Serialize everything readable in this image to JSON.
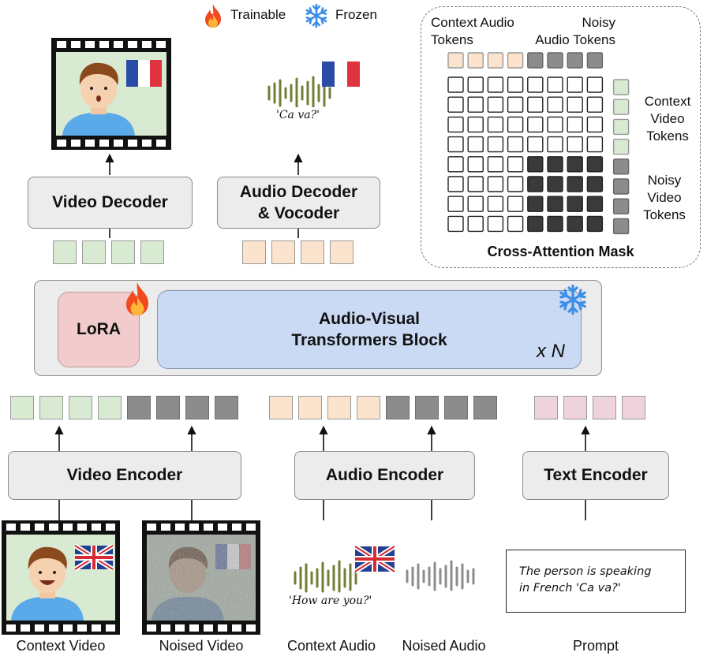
{
  "legend": {
    "trainable_label": "Trainable",
    "frozen_label": "Frozen",
    "trainable_icon": "flame-icon",
    "frozen_icon": "snowflake-icon"
  },
  "top": {
    "video_decoder": "Video Decoder",
    "audio_decoder_line1": "Audio Decoder",
    "audio_decoder_line2": "& Vocoder",
    "output_audio_quote": "'Ca va?'"
  },
  "middle": {
    "lora": "LoRA",
    "transformer_line1": "Audio-Visual",
    "transformer_line2": "Transformers Block",
    "repeat_label": "x N"
  },
  "encoders": {
    "video": "Video Encoder",
    "audio": "Audio Encoder",
    "text": "Text Encoder"
  },
  "inputs": {
    "context_video": "Context Video",
    "noised_video": "Noised Video",
    "context_audio": "Context Audio",
    "noised_audio": "Noised Audio",
    "prompt": "Prompt",
    "context_audio_quote": "'How are you?'",
    "prompt_text_line1": "The person is speaking",
    "prompt_text_line2": "in French 'Ca va?'"
  },
  "mask": {
    "title": "Cross-Attention Mask",
    "col_label_context_line1": "Context Audio",
    "col_label_context_line2": "Tokens",
    "col_label_noisy_line1": "Noisy",
    "col_label_noisy_line2": "Audio Tokens",
    "row_label_context_line1": "Context",
    "row_label_context_line2": "Video",
    "row_label_context_line3": "Tokens",
    "row_label_noisy_line1": "Noisy",
    "row_label_noisy_line2": "Video",
    "row_label_noisy_line3": "Tokens"
  },
  "colors": {
    "video_token": "#d8ead2",
    "audio_token": "#fbe3cd",
    "noisy_token": "#8c8c8c",
    "text_token": "#eed3dc",
    "lora_fill": "#f2cccc",
    "transformer_fill": "#cad9f4",
    "mask_active": "#3a3a3a"
  }
}
